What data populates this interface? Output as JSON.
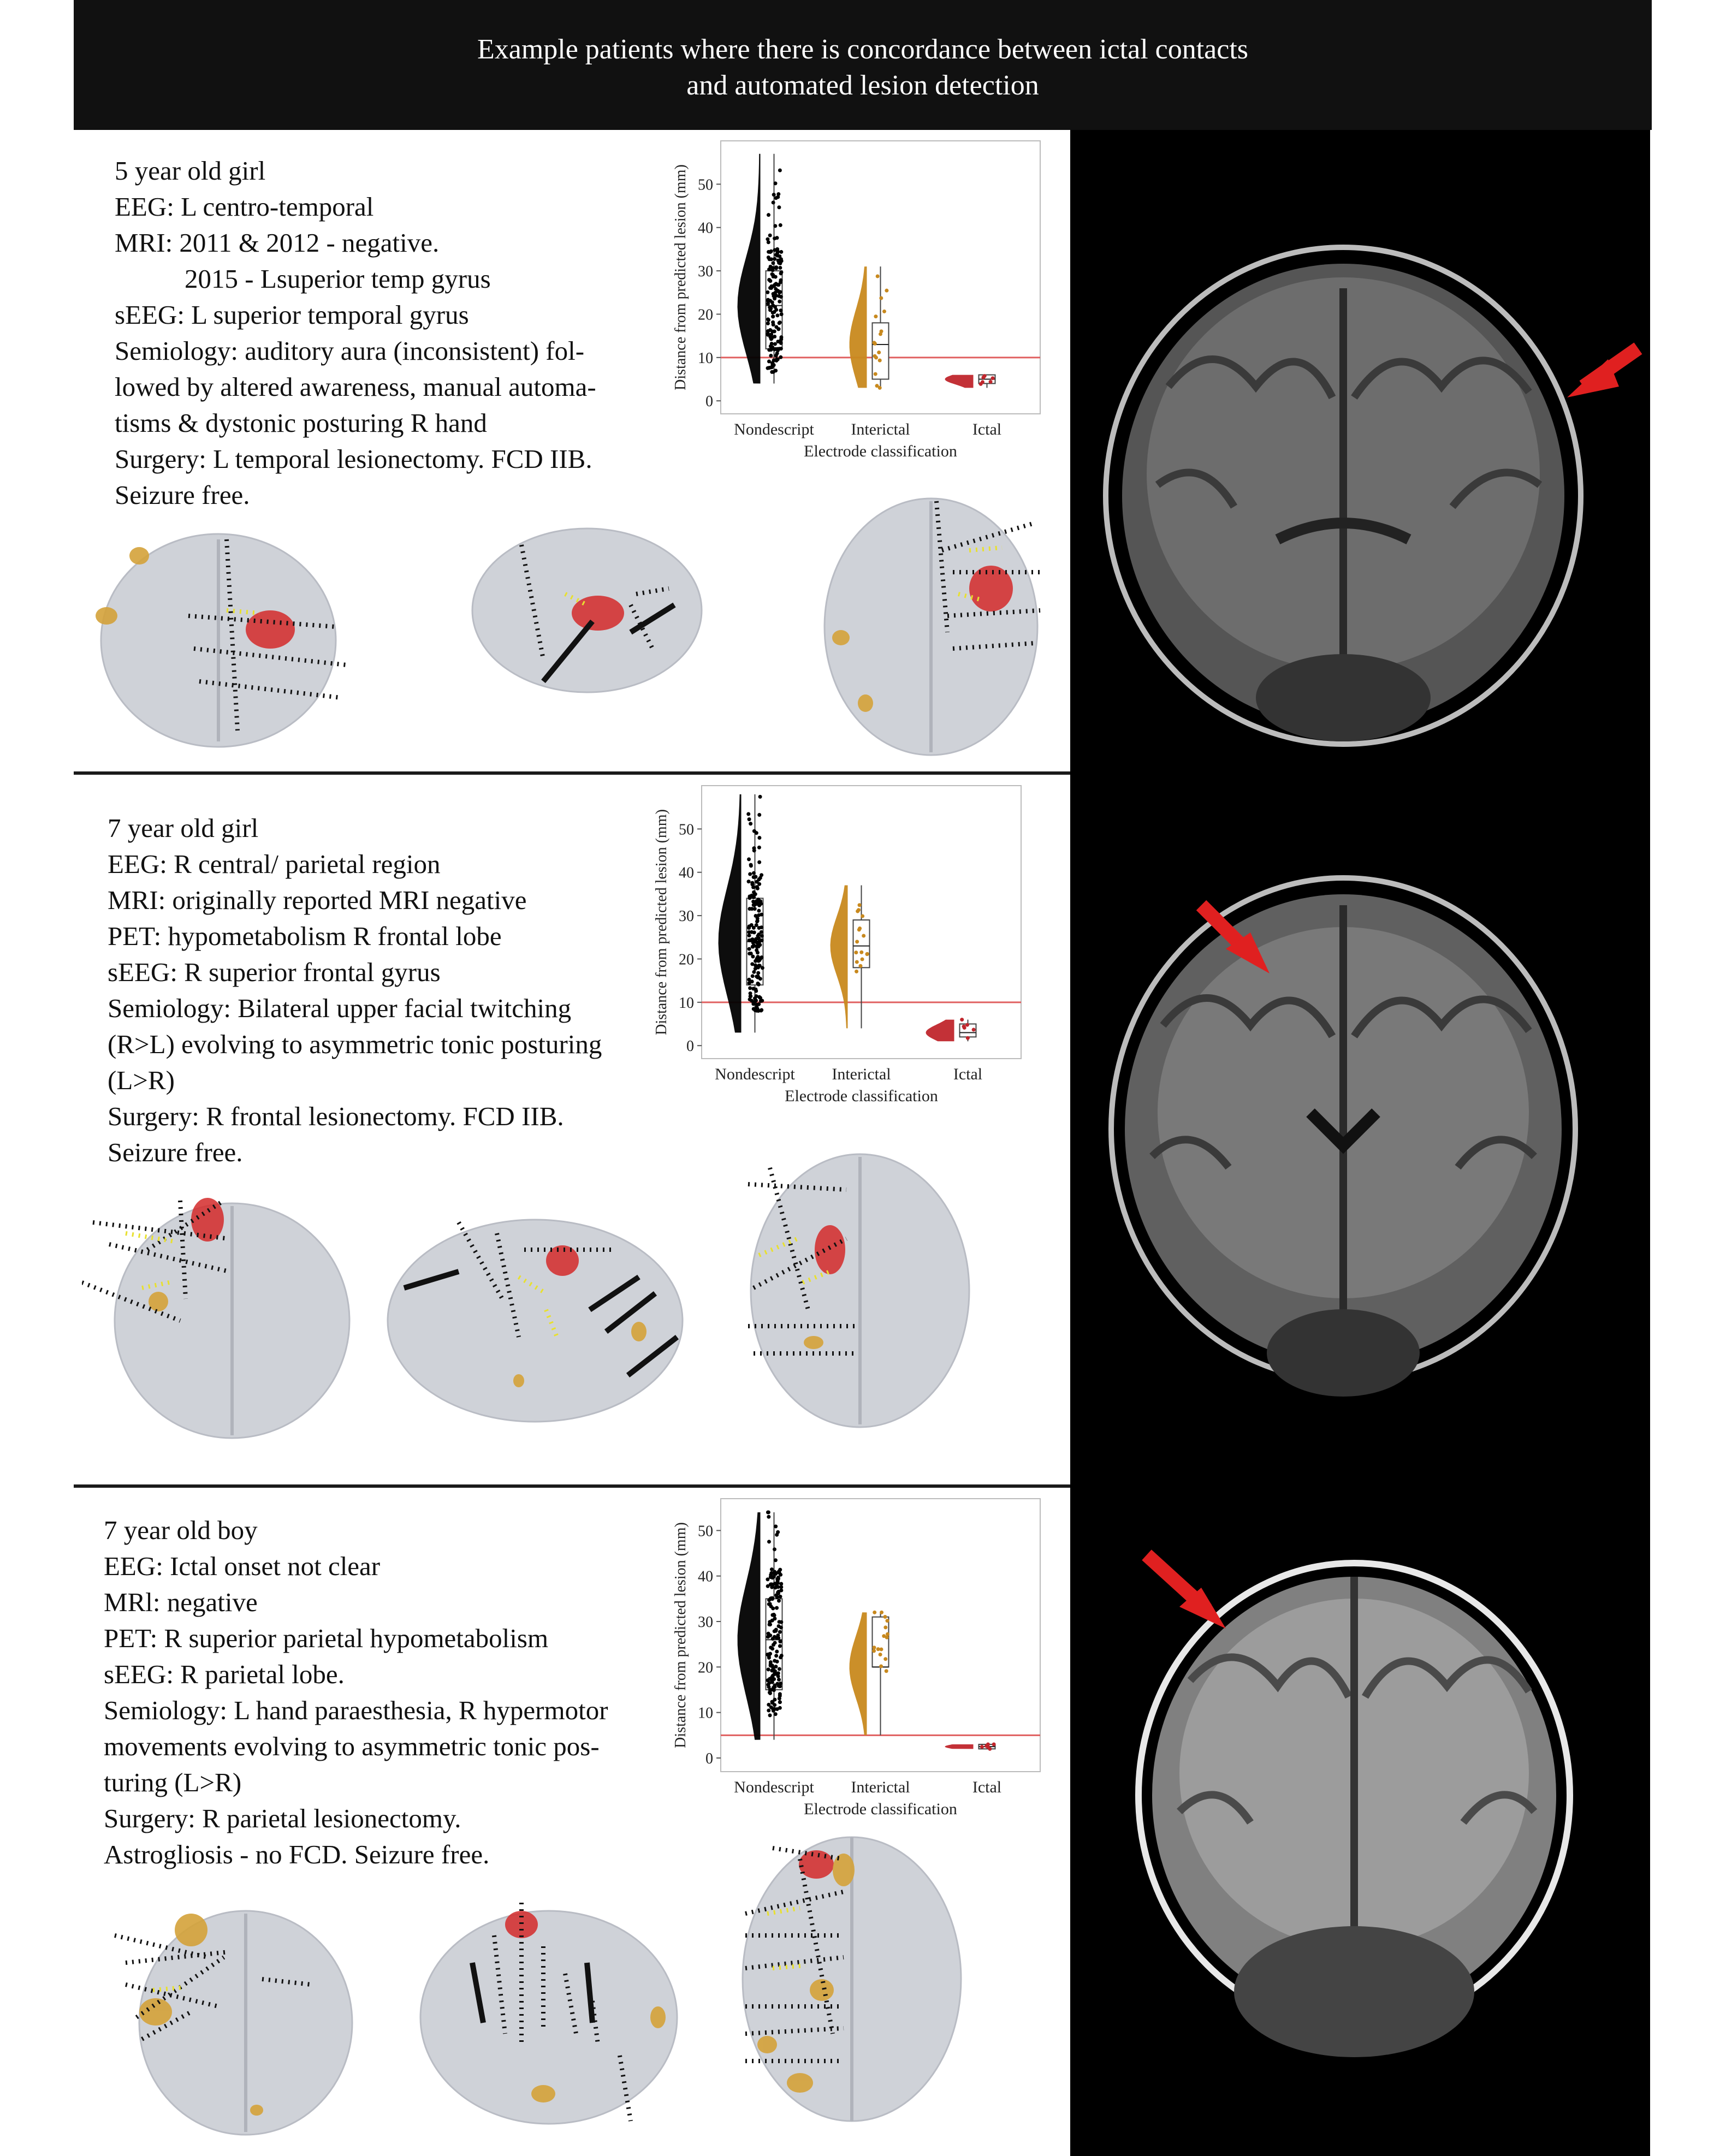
{
  "header": {
    "line1": "Example patients where there is concordance between ictal contacts",
    "line2": "and automated lesion detection"
  },
  "colors": {
    "header_bg": "#111111",
    "nondescript": "#000000",
    "interictal": "#c8891e",
    "ictal": "#c0262c",
    "threshold_line": "#e06060",
    "lesion_red": "#d42a2a",
    "arrow_red": "#e02020"
  },
  "panels": [
    {
      "lines": [
        "5 year old girl",
        "EEG: L centro-temporal",
        "MRI: 2011 & 2012 - negative.",
        "2015 - Lsuperior temp gyrus",
        "sEEG: L superior temporal gyrus",
        "Semiology: auditory aura (inconsistent) fol-",
        "lowed by altered awareness, manual automa-",
        "tisms & dystonic posturing R hand",
        "Surgery: L temporal lesionectomy. FCD IIB.",
        "Seizure free."
      ]
    },
    {
      "lines": [
        "7 year old girl",
        "EEG: R central/ parietal region",
        "MRI: originally reported MRI negative",
        "PET: hypometabolism R frontal lobe",
        "sEEG: R superior frontal gyrus",
        "Semiology: Bilateral upper facial twitching",
        "(R>L) evolving to asymmetric tonic posturing",
        "(L>R)",
        "Surgery: R frontal lesionectomy. FCD IIB.",
        "Seizure free."
      ]
    },
    {
      "lines": [
        "7 year old boy",
        "EEG: Ictal onset not clear",
        "MRl: negative",
        "PET: R superior parietal hypometabolism",
        "sEEG: R parietal lobe.",
        "Semiology: L hand paraesthesia, R hypermotor",
        "movements evolving to asymmetric tonic pos-",
        "turing (L>R)",
        "Surgery: R parietal lesionectomy.",
        "Astrogliosis - no FCD. Seizure free."
      ]
    }
  ],
  "chart_data": [
    {
      "type": "violin",
      "categories": [
        "Nondescript",
        "Interictal",
        "Ictal"
      ],
      "xlabel": "Electrode classification",
      "ylabel": "Distance from predicted lesion (mm)",
      "yticks": [
        0,
        10,
        20,
        30,
        40,
        50
      ],
      "ylim": [
        -3,
        60
      ],
      "threshold": 10,
      "series": [
        {
          "category": "Nondescript",
          "min": 4,
          "q1": 12,
          "median": 22,
          "q3": 30,
          "max": 57
        },
        {
          "category": "Interictal",
          "min": 3,
          "q1": 5,
          "median": 13,
          "q3": 18,
          "max": 31
        },
        {
          "category": "Ictal",
          "min": 3,
          "q1": 4,
          "median": 5,
          "q3": 6,
          "max": 6
        }
      ]
    },
    {
      "type": "violin",
      "categories": [
        "Nondescript",
        "Interictal",
        "Ictal"
      ],
      "xlabel": "Electrode classification",
      "ylabel": "Distance from predicted lesion (mm)",
      "yticks": [
        0,
        10,
        20,
        30,
        40,
        50
      ],
      "ylim": [
        -3,
        60
      ],
      "threshold": 10,
      "series": [
        {
          "category": "Nondescript",
          "min": 3,
          "q1": 14,
          "median": 24,
          "q3": 34,
          "max": 58
        },
        {
          "category": "Interictal",
          "min": 4,
          "q1": 18,
          "median": 23,
          "q3": 29,
          "max": 37
        },
        {
          "category": "Ictal",
          "min": 1,
          "q1": 2,
          "median": 3,
          "q3": 5,
          "max": 6
        }
      ]
    },
    {
      "type": "violin",
      "categories": [
        "Nondescript",
        "Interictal",
        "Ictal"
      ],
      "xlabel": "Electrode classification",
      "ylabel": "Distance from predicted lesion (mm)",
      "yticks": [
        0,
        10,
        20,
        30,
        40,
        50
      ],
      "ylim": [
        -3,
        57
      ],
      "threshold": 5,
      "series": [
        {
          "category": "Nondescript",
          "min": 4,
          "q1": 15,
          "median": 26,
          "q3": 35,
          "max": 54
        },
        {
          "category": "Interictal",
          "min": 5,
          "q1": 20,
          "median": 20,
          "q3": 31,
          "max": 32
        },
        {
          "category": "Ictal",
          "min": 2,
          "q1": 2,
          "median": 2.5,
          "q3": 3,
          "max": 3
        }
      ]
    }
  ]
}
